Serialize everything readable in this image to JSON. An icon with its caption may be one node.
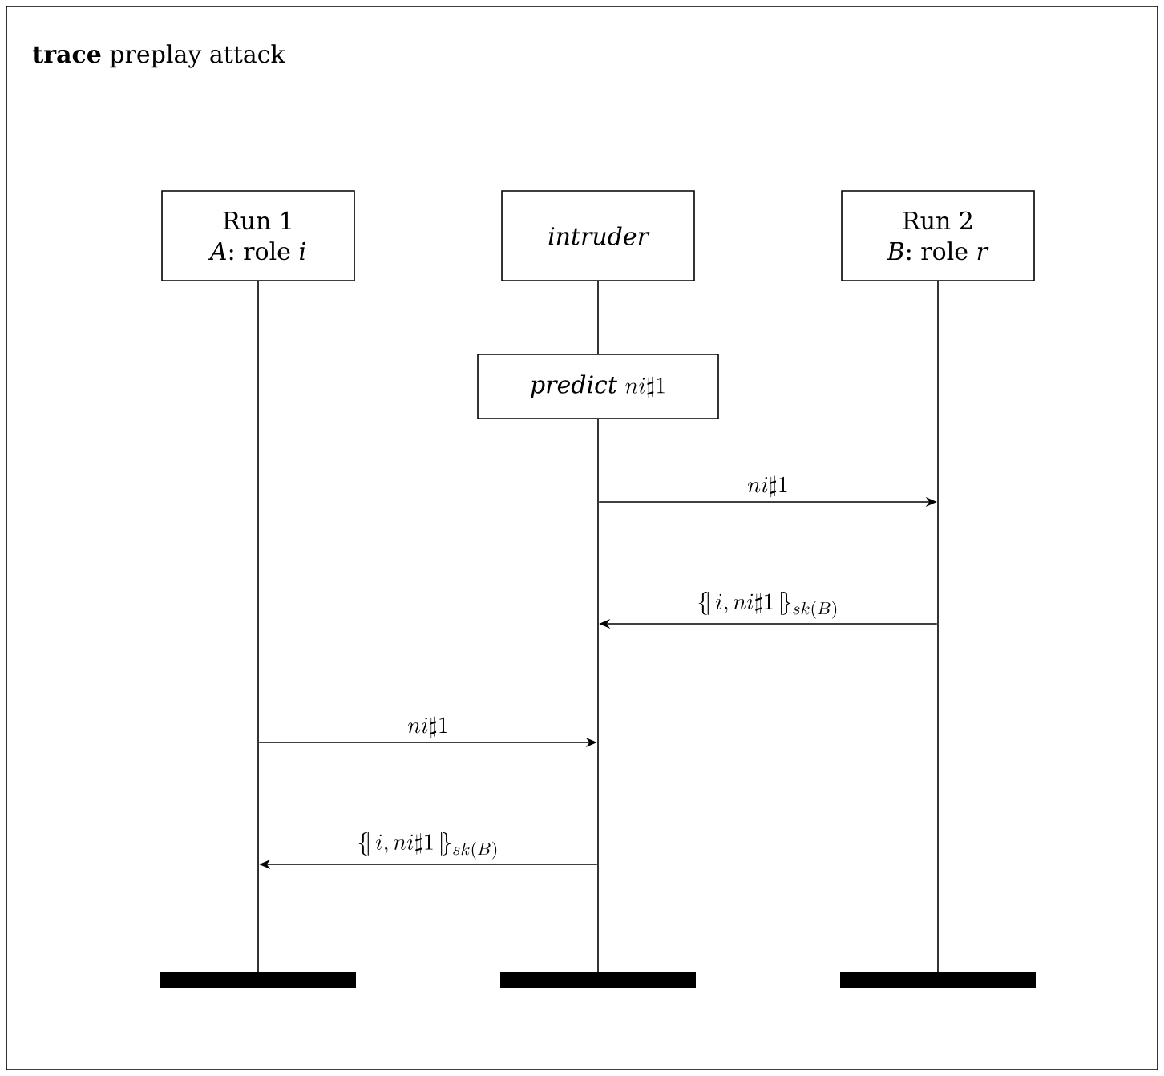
{
  "diagram": {
    "title": "**trace** preplay attack",
    "nodes": [
      {
        "text": [
          "Run 1",
          "*A*: role *i*"
        ]
      },
      {
        "text": [
          "intruder"
        ]
      },
      {
        "text": [
          "Run 2",
          "*B*: role *r*"
        ]
      },
      {
        "text": [
          "\\textit{predict}\\ ni\\sharp 1"
        ]
      },
      {
        "text": [],
        "shape": "bar"
      },
      {
        "text": [],
        "shape": "bar"
      },
      {
        "text": [],
        "shape": "bar"
      },
      {
        "text": [],
        "shape": "line"
      },
      {
        "text": [],
        "shape": "line"
      },
      {
        "text": [],
        "shape": "line"
      }
    ],
    "edges": [
      {
        "from": 1,
        "to": 3,
        "arrow": "none"
      },
      {
        "from": 8,
        "to": 9,
        "arrow": "to",
        "label": "ni\\sharp 1"
      },
      {
        "from": 9,
        "to": 8,
        "arrow": "to",
        "label": "\\{\\!|\\, i, ni\\sharp 1 \\,|\\!\\}_{sk(B)}"
      },
      {
        "from": 7,
        "to": 8,
        "arrow": "to",
        "label": "ni\\sharp 1"
      },
      {
        "from": 8,
        "to": 7,
        "arrow": "to",
        "label": "\\{\\!|\\, i, ni\\sharp 1 \\,|\\!\\}_{sk(B)}"
      }
    ]
  }
}
